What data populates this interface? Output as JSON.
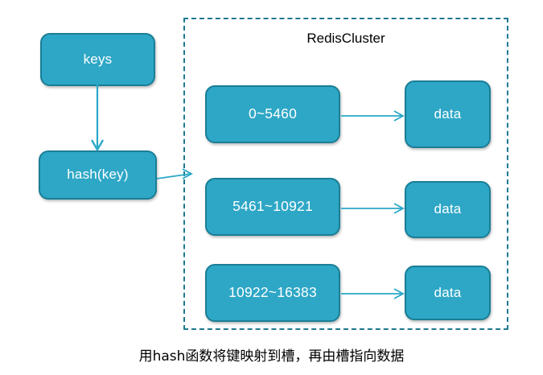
{
  "diagram": {
    "title": "RedisCluster",
    "caption": "用hash函数将键映射到槽，再由槽指向数据",
    "colors": {
      "node_fill": "#2ea7c6",
      "node_border": "#1a7e96",
      "arrow": "#29a8c8",
      "container_border": "#1f7a91",
      "node_text": "#ffffff",
      "label_text": "#000000",
      "background": "#ffffff"
    },
    "left_column": {
      "keys_label": "keys",
      "hash_label": "hash(key)"
    },
    "slots": [
      {
        "range_label": "0~5460",
        "data_label": "data"
      },
      {
        "range_label": "5461~10921",
        "data_label": "data"
      },
      {
        "range_label": "10922~16383",
        "data_label": "data"
      }
    ]
  }
}
